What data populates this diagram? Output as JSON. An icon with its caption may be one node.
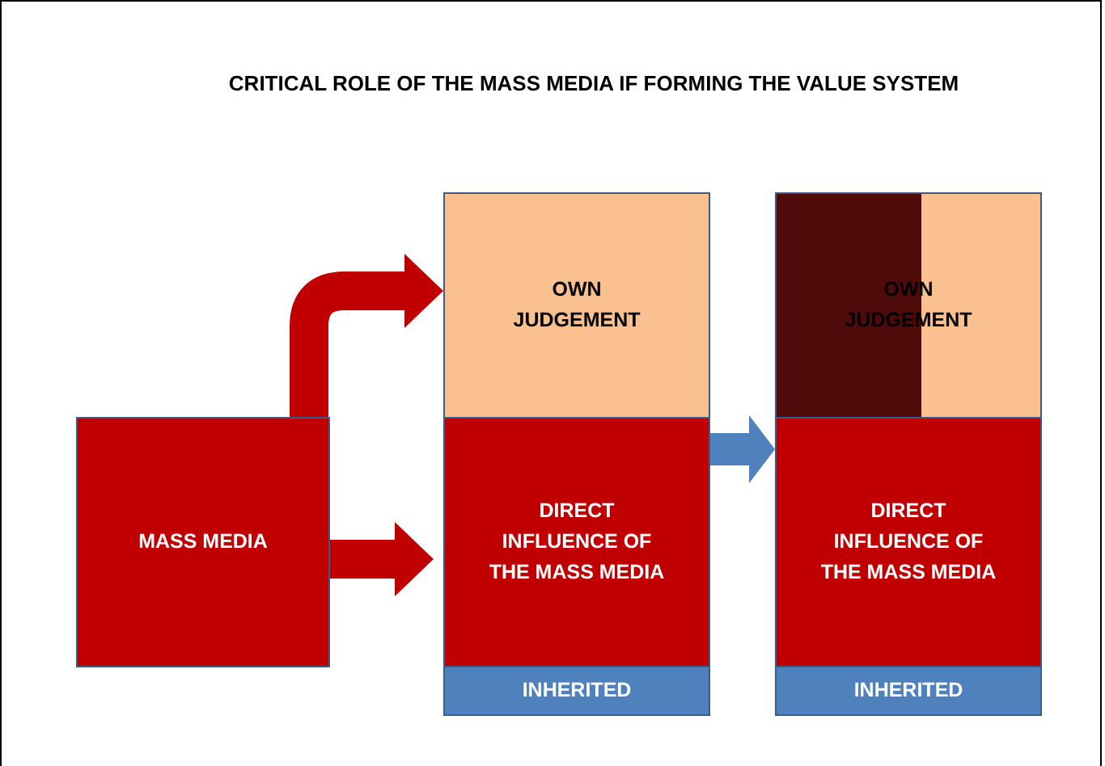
{
  "diagram": {
    "title": "CRITICAL ROLE OF THE MASS MEDIA IF FORMING THE VALUE SYSTEM",
    "nodes": [
      {
        "text": [
          "MASS MEDIA"
        ]
      },
      {
        "text": [
          "OWN JUDGEMENT"
        ]
      },
      {
        "text": [
          "DIRECT INFLUENCE OF THE MASS MEDIA"
        ]
      },
      {
        "text": [
          "INHERITED"
        ]
      },
      {
        "text": [
          "OWN JUDGEMENT"
        ]
      },
      {
        "text": [
          "DIRECT INFLUENCE OF THE MASS MEDIA"
        ]
      },
      {
        "text": [
          "INHERITED"
        ]
      }
    ],
    "edges": [
      {
        "from": 0,
        "to": 1,
        "arrow": "to"
      },
      {
        "from": 0,
        "to": 2,
        "arrow": "to"
      },
      {
        "from": 2,
        "to": 5,
        "arrow": "to",
        "color": "#4f81bd"
      }
    ]
  }
}
